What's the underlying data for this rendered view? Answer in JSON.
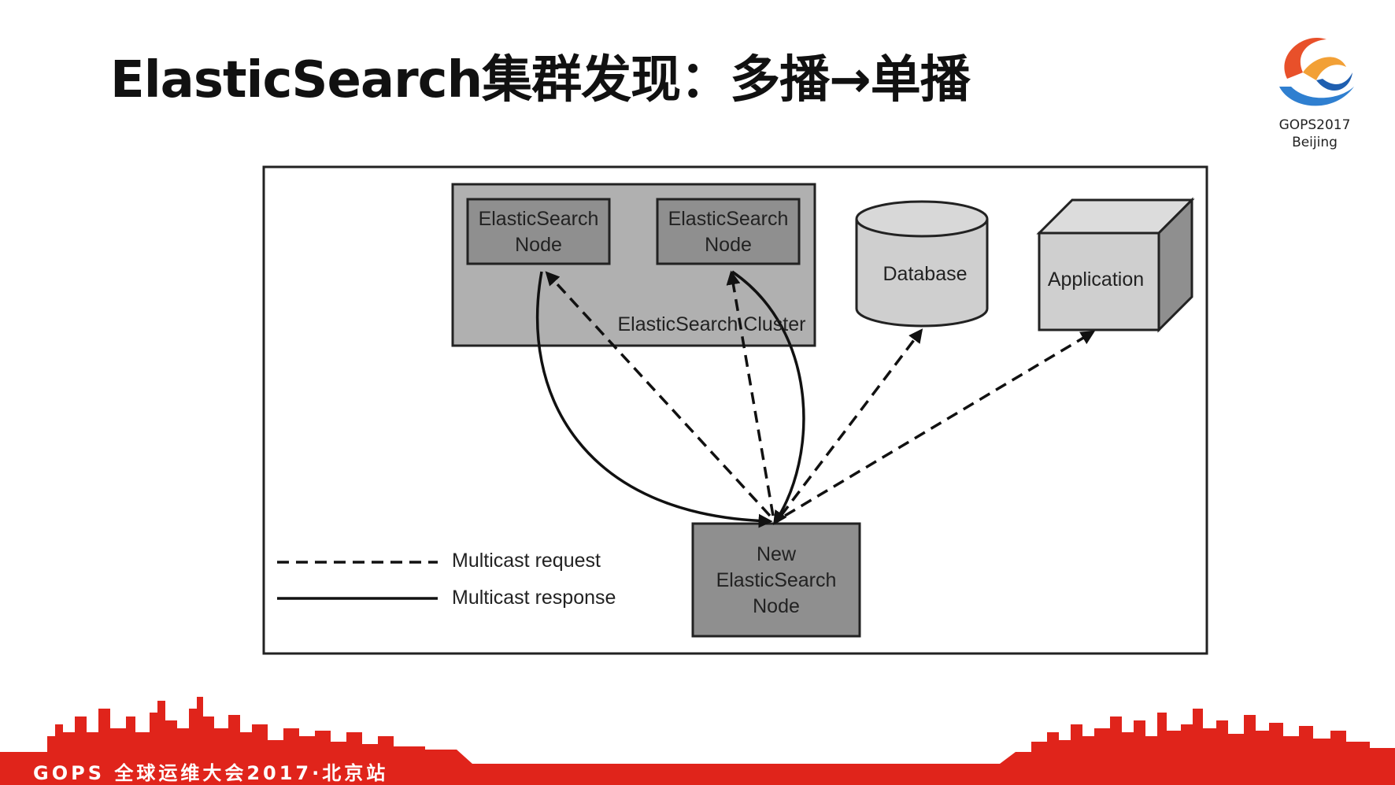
{
  "slide": {
    "title": "ElasticSearch集群发现：多播→单播",
    "logo_line1": "GOPS2017",
    "logo_line2": "Beijing",
    "footer": "GOPS 全球运维大会2017·北京站"
  },
  "diagram": {
    "nodes": {
      "node1_line1": "ElasticSearch",
      "node1_line2": "Node",
      "node2_line1": "ElasticSearch",
      "node2_line2": "Node",
      "cluster": "ElasticSearch Cluster",
      "database": "Database",
      "application": "Application",
      "new_line1": "New",
      "new_line2": "ElasticSearch",
      "new_line3": "Node"
    },
    "legend": {
      "request": "Multicast request",
      "response": "Multicast response"
    }
  },
  "colors": {
    "footer_red": "#e0241b",
    "node_fill": "#8f8f8f",
    "cluster_fill": "#b0b0b0",
    "shape_fill": "#cfcfcf"
  }
}
